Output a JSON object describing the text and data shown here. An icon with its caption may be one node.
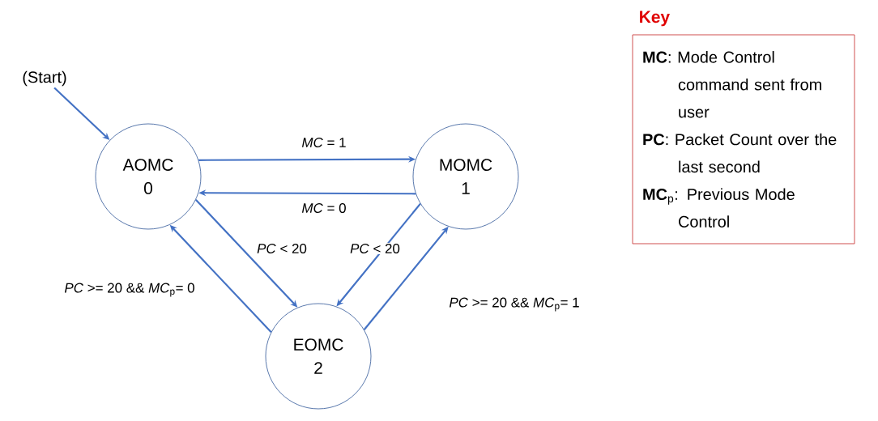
{
  "diagram": {
    "nodes": [
      {
        "text": [
          "(Start)"
        ]
      },
      {
        "text": [
          "AOMC",
          "0"
        ]
      },
      {
        "text": [
          "MOMC",
          "1"
        ]
      },
      {
        "text": [
          "EOMC",
          "2"
        ]
      },
      {
        "text": [
          "Key",
          "**MC**: Mode Control command sent from user",
          "**PC**: Packet Count over the last second",
          "**MC**$_{p}$: Previous Mode Control"
        ]
      }
    ],
    "edges": [
      {
        "from": 0,
        "to": 1,
        "arrow": "to"
      },
      {
        "from": 1,
        "to": 2,
        "arrow": "to",
        "label": "*MC* = 1"
      },
      {
        "from": 2,
        "to": 1,
        "arrow": "to",
        "label": "*MC* = 0"
      },
      {
        "from": 1,
        "to": 3,
        "arrow": "to",
        "label": "*PC* < 20"
      },
      {
        "from": 3,
        "to": 1,
        "arrow": "to",
        "label": "*PC* >= 20 && *MC*$_{p}$= 0"
      },
      {
        "from": 2,
        "to": 3,
        "arrow": "to",
        "label": "*PC* < 20"
      },
      {
        "from": 3,
        "to": 2,
        "arrow": "to",
        "label": "*PC* >= 20 && *MC*$_{p}$= 1"
      }
    ]
  }
}
